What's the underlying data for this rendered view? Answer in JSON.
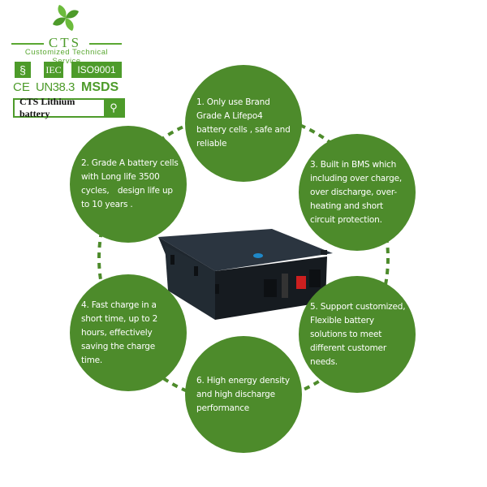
{
  "brand": {
    "name": "CTS",
    "tagline": "Customized Technical Service",
    "logo_icon": "pinwheel-leaf-logo",
    "accent": "#4d9b2a"
  },
  "certifications": {
    "badges": [
      "IEC",
      "ISO9001"
    ],
    "marks": [
      "CE",
      "UN38.3",
      "MSDS"
    ]
  },
  "search": {
    "value": "CTS Lithium battery",
    "icon": "search-icon"
  },
  "product_image": "lithium-battery-pack",
  "circle_color": "#4d8b2b",
  "features": [
    {
      "text": "1. Only use Brand Grade A Lifepo4 battery cells , safe and reliable"
    },
    {
      "text": "2. Grade A battery cells with Long life 3500 cycles,　design life up to 10 years ."
    },
    {
      "text": "3. Built in BMS which including over charge, over discharge, over-heating and short circuit protection."
    },
    {
      "text": "4. Fast charge in a short time, up to 2 hours, effectively saving the charge time."
    },
    {
      "text": "5. Support customized, Flexible battery solutions to meet different customer needs."
    },
    {
      "text": "6. High energy density and high discharge performance"
    }
  ]
}
